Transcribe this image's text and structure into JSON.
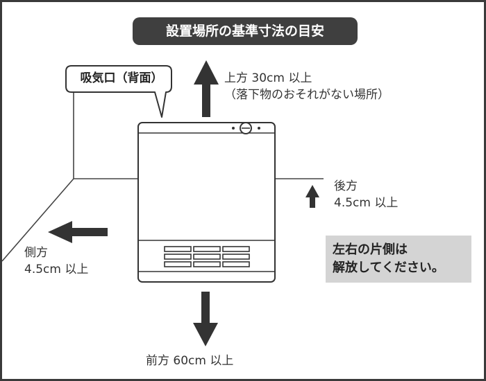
{
  "title": "設置場所の基準寸法の目安",
  "intake_label": "吸気口（背面）",
  "clearances": {
    "top": {
      "line1": "上方 30cm 以上",
      "line2": "（落下物のおそれがない場所）"
    },
    "back": {
      "line1": "後方",
      "line2": "4.5cm 以上"
    },
    "side": {
      "line1": "側方",
      "line2": "4.5cm 以上"
    },
    "front": {
      "line1": "前方 60cm 以上"
    }
  },
  "note": {
    "line1": "左右の片側は",
    "line2": "解放してください。"
  }
}
